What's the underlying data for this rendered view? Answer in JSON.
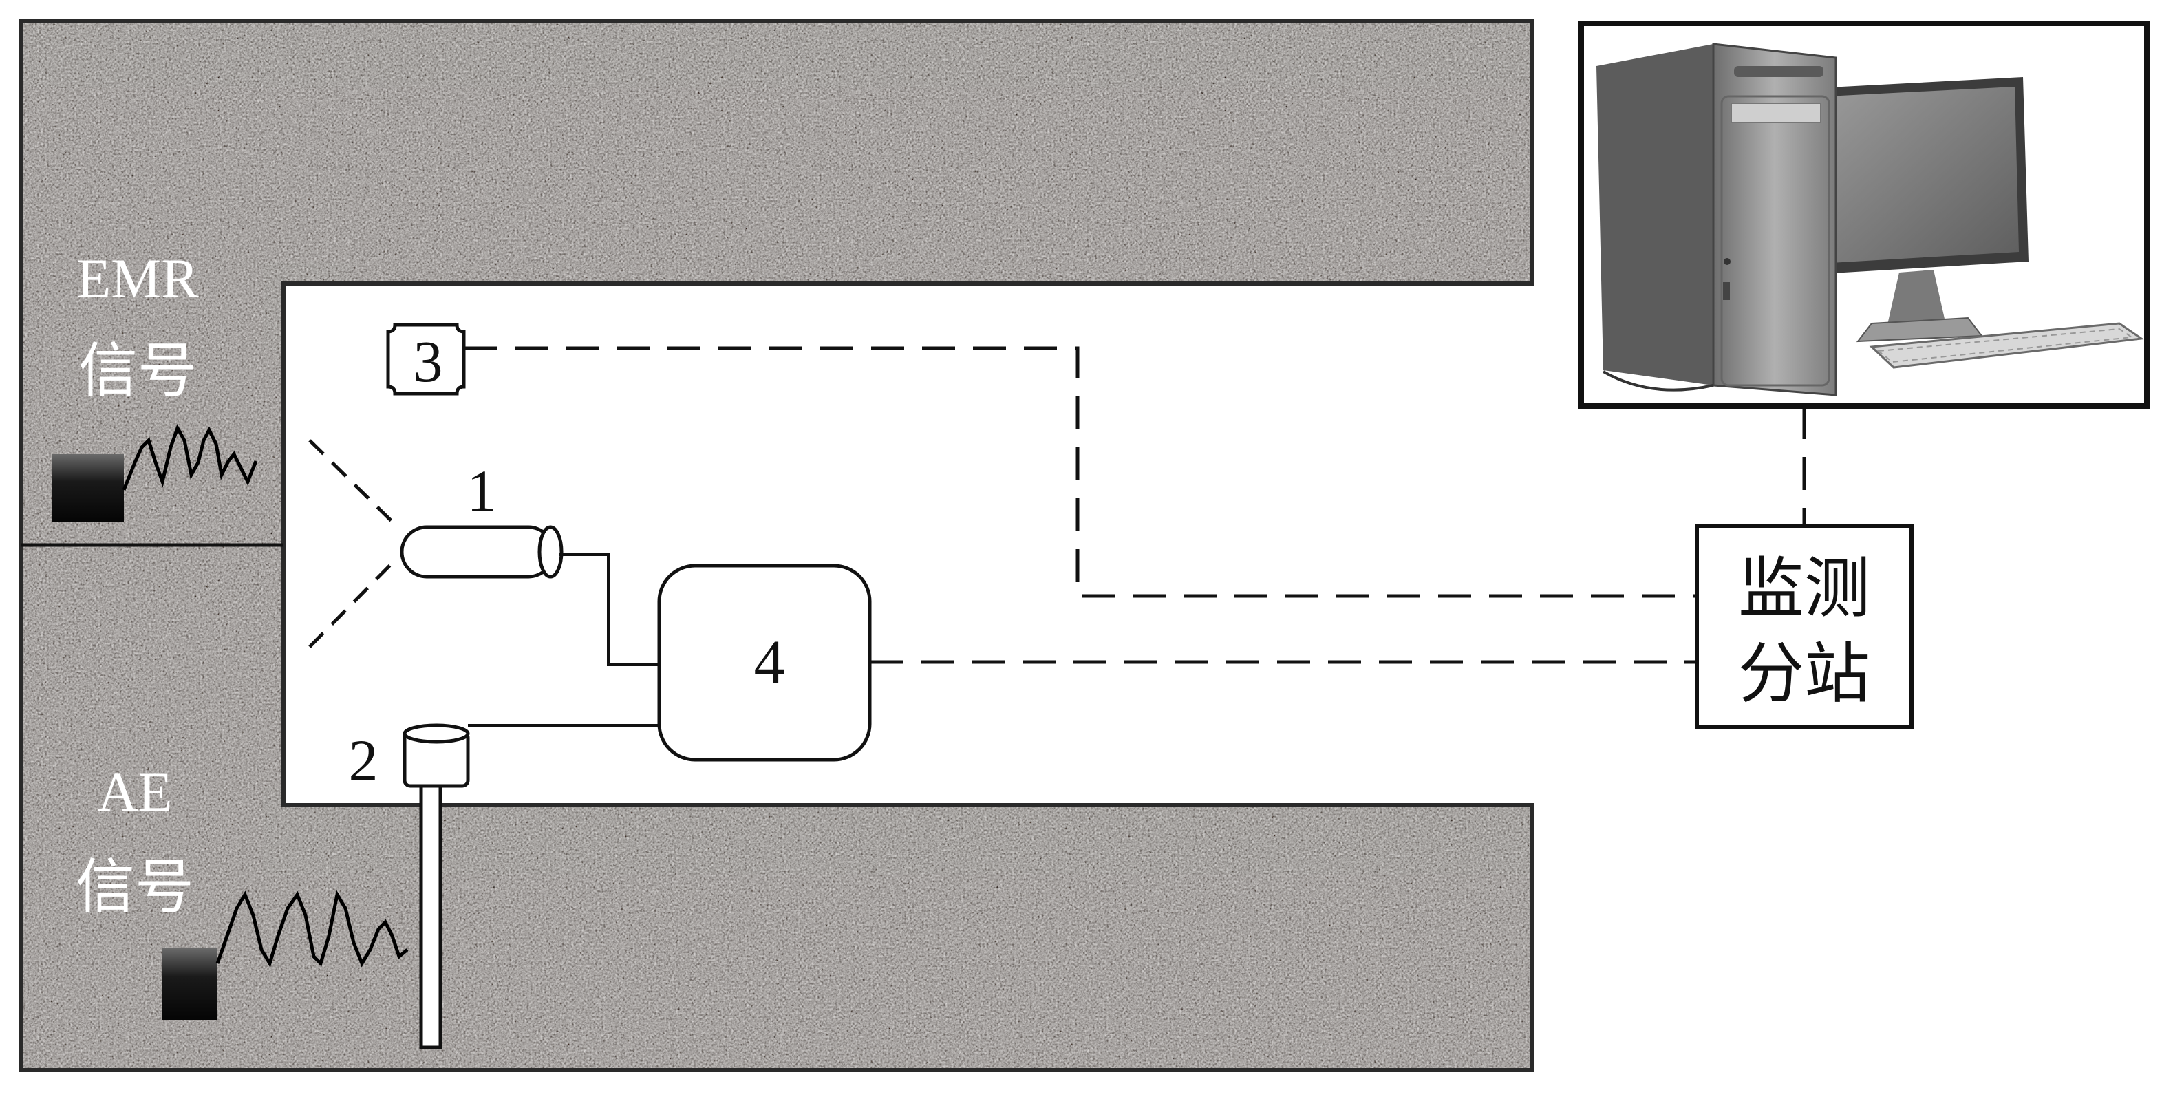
{
  "labels": {
    "emr_line1": "EMR",
    "emr_line2": "信号",
    "ae_line1": "AE",
    "ae_line2": "信号",
    "device_1": "1",
    "device_2": "2",
    "device_3": "3",
    "device_4": "4",
    "station_line1": "监测",
    "station_line2": "分站"
  },
  "colors": {
    "rock_base": "#6f6a66",
    "rock_dark": "#3a3634",
    "rock_light": "#a8a29c",
    "line": "#111111",
    "monitor_screen": "#7a7a7a",
    "pc_case": "#8c8c8c"
  }
}
